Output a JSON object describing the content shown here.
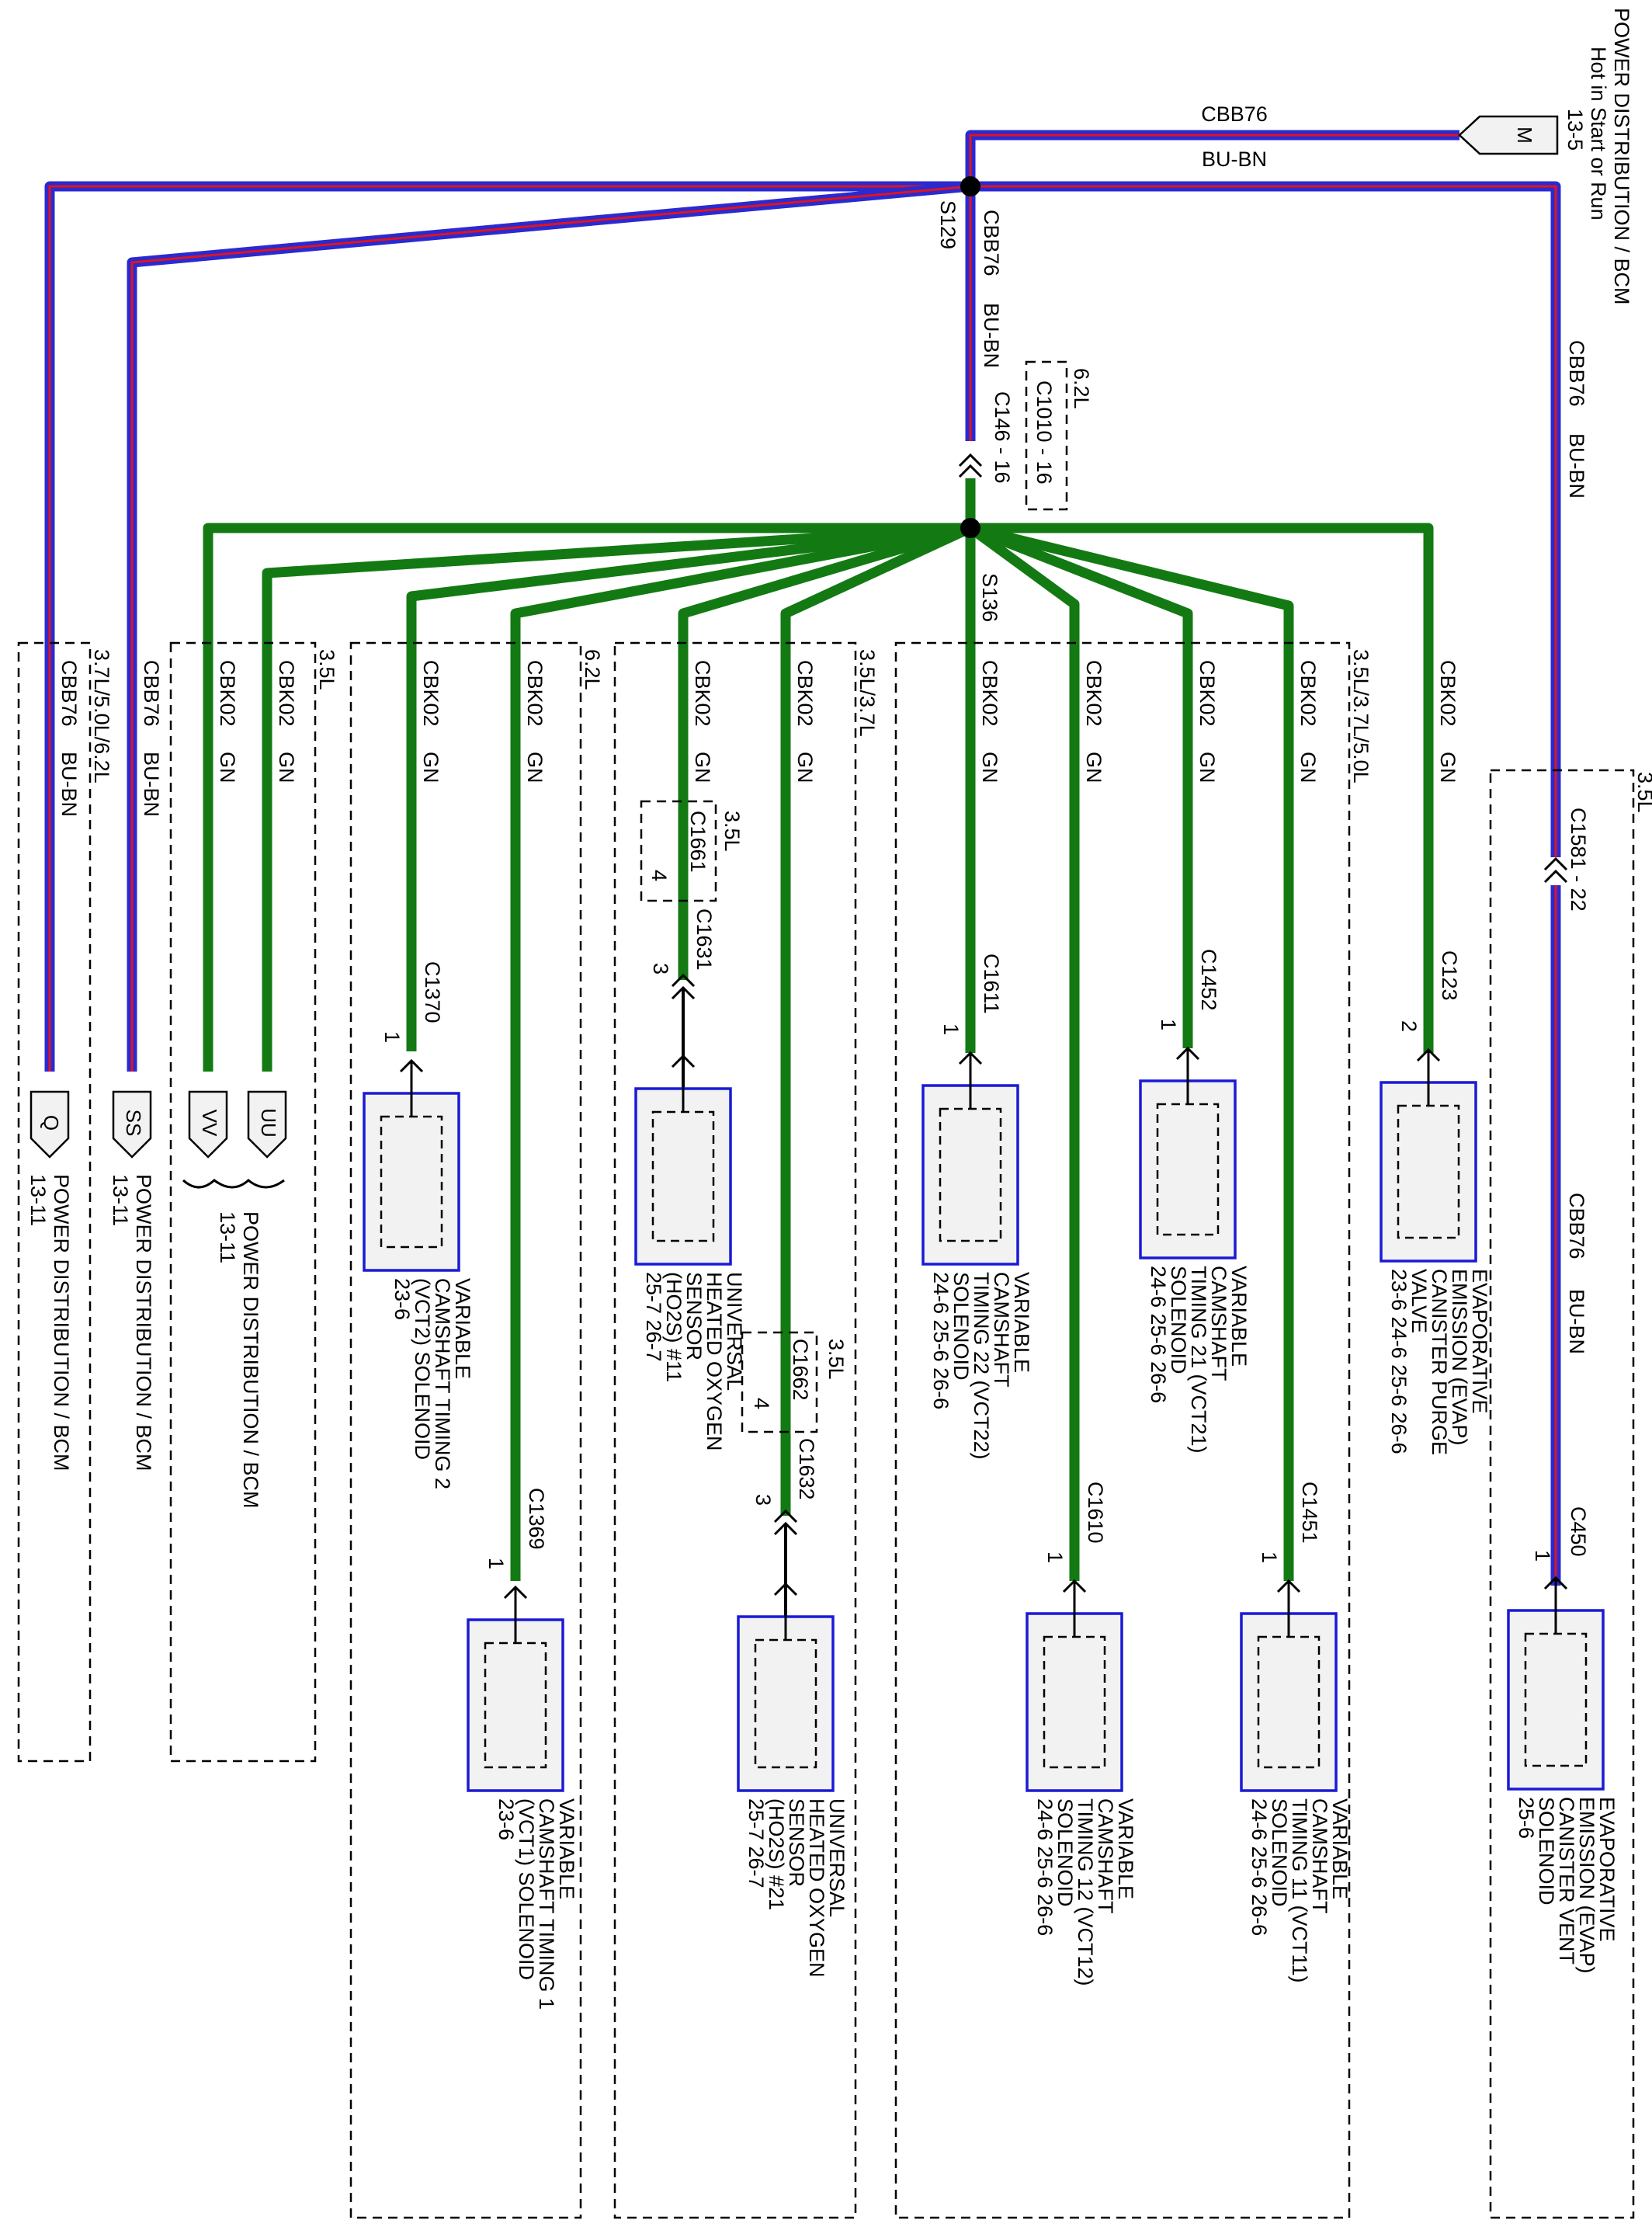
{
  "colors": {
    "cbb76": "#2a2ad0",
    "cbb76_tracer": "#e0141e",
    "cbk02": "#137a13",
    "component_border": "#1a1ad6"
  },
  "title": {
    "line1": "POWER DISTRIBUTION / BCM",
    "line2": "Hot in Start or Run",
    "line3": "13-5"
  },
  "top_connector": {
    "letter": "M"
  },
  "labels": {
    "top_circuit": "CBB76",
    "top_color": "BU-BN",
    "splice_s129": "S129",
    "splice_s136": "S136",
    "main_circuit": "CBB76",
    "main_color": "BU-BN",
    "c1010": "C1010 - 16",
    "c1010_engine": "6.2L",
    "c146": "C146 - 16",
    "right_circuit": "CBB76",
    "right_color": "BU-BN",
    "c1581": "C1581 - 22",
    "c450": "C450",
    "c450_pin": "1",
    "right_lower_circuit": "CBB76",
    "right_lower_color": "BU-BN"
  },
  "engine_boxes": {
    "b1": "3.7L/5.0L/6.2L",
    "b2": "3.5L",
    "b3": "6.2L",
    "b4": "3.5L/3.7L",
    "b5": "3.5L/3.7L/5.0L",
    "b6": "3.5L"
  },
  "branches": [
    {
      "circuit": "CBB76",
      "color": "BU-BN"
    },
    {
      "circuit": "CBB76",
      "color": "BU-BN"
    },
    {
      "circuit": "CBK02",
      "color": "GN"
    },
    {
      "circuit": "CBK02",
      "color": "GN"
    },
    {
      "circuit": "CBK02",
      "color": "GN"
    },
    {
      "circuit": "CBK02",
      "color": "GN"
    },
    {
      "circuit": "CBK02",
      "color": "GN"
    },
    {
      "circuit": "CBK02",
      "color": "GN"
    },
    {
      "circuit": "CBK02",
      "color": "GN"
    },
    {
      "circuit": "CBK02",
      "color": "GN"
    },
    {
      "circuit": "CBK02",
      "color": "GN"
    },
    {
      "circuit": "CBK02",
      "color": "GN"
    },
    {
      "circuit": "CBK02",
      "color": "GN"
    }
  ],
  "left_connectors": [
    {
      "letter": "Q",
      "text": "POWER DISTRIBUTION / BCM",
      "ref": "13-11"
    },
    {
      "letter": "SS",
      "text": "POWER DISTRIBUTION / BCM",
      "ref": "13-11"
    },
    {
      "letter": "VV"
    },
    {
      "letter": "UU"
    }
  ],
  "shared_label": {
    "text": "POWER DISTRIBUTION / BCM",
    "ref": "13-11"
  },
  "inline_connectors": {
    "c1661": {
      "name": "C1661",
      "engine": "3.5L",
      "pin": "4"
    },
    "c1631": {
      "name": "C1631",
      "pin": "3"
    },
    "c1662": {
      "name": "C1662",
      "engine": "3.5L",
      "pin": "4"
    },
    "c1632": {
      "name": "C1632",
      "pin": "3"
    }
  },
  "components": [
    {
      "connector": "C1370",
      "pin": "1",
      "lines": [
        "VARIABLE",
        "CAMSHAFT TIMING 2",
        "(VCT2) SOLENOID",
        "23-6"
      ]
    },
    {
      "connector": "C1369",
      "pin": "1",
      "lines": [
        "VARIABLE",
        "CAMSHAFT TIMING 1",
        "(VCT1) SOLENOID",
        "23-6"
      ]
    },
    {
      "connector": "",
      "pin": "",
      "lines": [
        "UNIVERSAL",
        "HEATED OXYGEN",
        "SENSOR",
        "(HO2S) #11",
        "25-7   26-7"
      ]
    },
    {
      "connector": "",
      "pin": "",
      "lines": [
        "UNIVERSAL",
        "HEATED OXYGEN",
        "SENSOR",
        "(HO2S) #21",
        "25-7   26-7"
      ]
    },
    {
      "connector": "C1611",
      "pin": "1",
      "lines": [
        "VARIABLE",
        "CAMSHAFT",
        "TIMING 22 (VCT22)",
        "SOLENOID",
        "24-6   25-6   26-6"
      ]
    },
    {
      "connector": "C1610",
      "pin": "1",
      "lines": [
        "VARIABLE",
        "CAMSHAFT",
        "TIMING 12 (VCT12)",
        "SOLENOID",
        "24-6   25-6   26-6"
      ]
    },
    {
      "connector": "C1452",
      "pin": "1",
      "lines": [
        "VARIABLE",
        "CAMSHAFT",
        "TIMING 21 (VCT21)",
        "SOLENOID",
        "24-6   25-6   26-6"
      ]
    },
    {
      "connector": "C1451",
      "pin": "1",
      "lines": [
        "VARIABLE",
        "CAMSHAFT",
        "TIMING 11 (VCT11)",
        "SOLENOID",
        "24-6   25-6   26-6"
      ]
    },
    {
      "connector": "C123",
      "pin": "2",
      "lines": [
        "EVAPORATIVE",
        "EMISSION (EVAP)",
        "CANISTER PURGE",
        "VALVE",
        "23-6   24-6   25-6   26-6"
      ]
    },
    {
      "connector": "",
      "pin": "",
      "lines": [
        "EVAPORATIVE",
        "EMISSION (EVAP)",
        "CANISTER VENT",
        "SOLENOID",
        "25-6"
      ]
    }
  ]
}
